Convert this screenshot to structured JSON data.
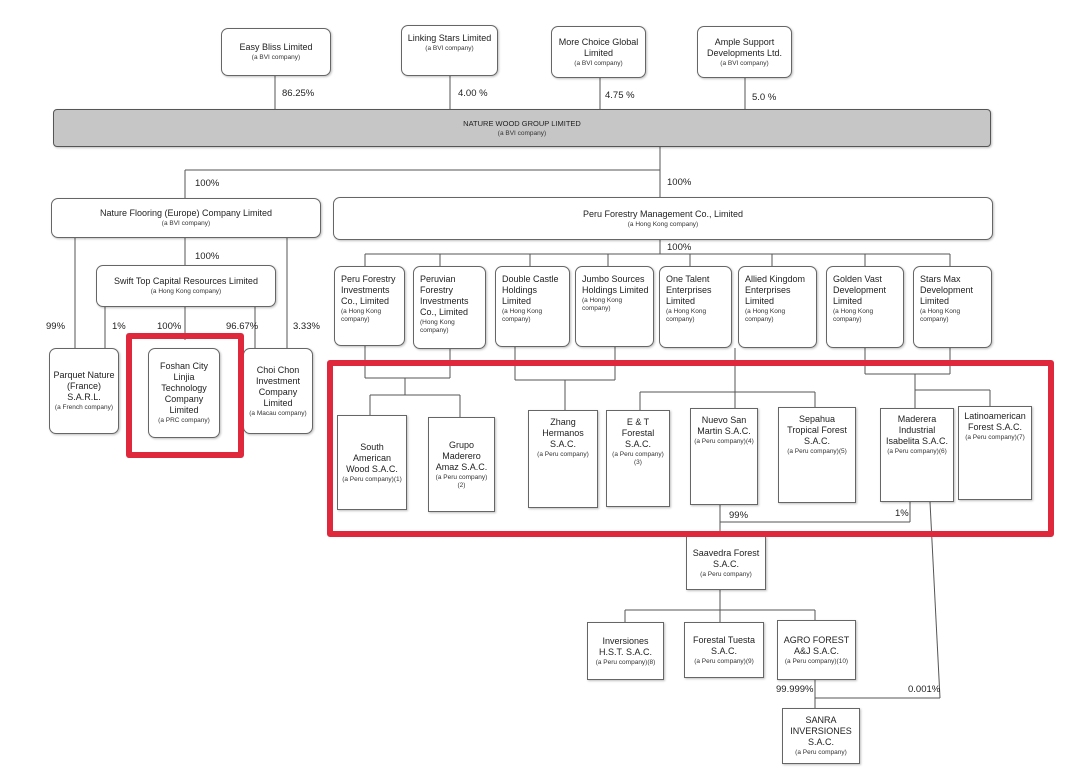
{
  "colors": {
    "highlight": "#e0283d",
    "main_fill": "#c6c6c6",
    "line": "#555555"
  },
  "shareholders": [
    {
      "name": "Easy Bliss Limited",
      "type": "(a BVI company)",
      "pct": "86.25%"
    },
    {
      "name": "Linking Stars Limited",
      "type": "(a BVI company)",
      "pct": "4.00 %"
    },
    {
      "name": "More Choice Global Limited",
      "type": "(a BVI company)",
      "pct": "4.75 %"
    },
    {
      "name": "Ample Support Developments Ltd.",
      "type": "(a BVI company)",
      "pct": "5.0 %"
    }
  ],
  "main": {
    "name": "NATURE WOOD GROUP LIMITED",
    "type": "(a BVI company)"
  },
  "branches": {
    "left_pct": "100%",
    "right_pct": "100%",
    "nature_flooring": {
      "name": "Nature Flooring (Europe) Company Limited",
      "type": "(a BVI company)",
      "pct_down": "100%"
    },
    "peru_mgmt": {
      "name": "Peru Forestry Management Co., Limited",
      "type": "(a Hong Kong company)",
      "pct_down": "100%"
    },
    "swift_top": {
      "name": "Swift Top Capital Resources Limited",
      "type": "(a Hong Kong company)"
    }
  },
  "left_pcts": {
    "p99": "99%",
    "p1": "1%",
    "p100": "100%",
    "p9667": "96.67%",
    "p333": "3.33%"
  },
  "left_subs": [
    {
      "name": "Parquet Nature (France) S.A.R.L.",
      "type": "(a French company)"
    },
    {
      "name": "Foshan City Linjia Technology Company Limited",
      "type": "(a PRC company)"
    },
    {
      "name": "Choi Chon Investment Company Limited",
      "type": "(a Macau company)"
    }
  ],
  "hk_subs": [
    {
      "name": "Peru Forestry Investments Co., Limited",
      "type": "(a Hong Kong company)"
    },
    {
      "name": "Peruvian Forestry Investments Co., Limited",
      "type": "(Hong Kong company)"
    },
    {
      "name": "Double Castle Holdings Limited",
      "type": "(a Hong Kong company)"
    },
    {
      "name": "Jumbo Sources Holdings Limited",
      "type": "(a Hong Kong company)"
    },
    {
      "name": "One Talent Enterprises Limited",
      "type": "(a Hong Kong company)"
    },
    {
      "name": "Allied Kingdom Enterprises Limited",
      "type": "(a Hong Kong company)"
    },
    {
      "name": "Golden Vast Development Limited",
      "type": "(a Hong Kong company)"
    },
    {
      "name": "Stars Max Development Limited",
      "type": "(a Hong Kong company)"
    }
  ],
  "peru_subs": [
    {
      "name": "South American Wood S.A.C.",
      "type": "(a Peru company)(1)"
    },
    {
      "name": "Grupo Maderero Amaz S.A.C.",
      "type": "(a Peru company)(2)"
    },
    {
      "name": "Zhang Hermanos S.A.C.",
      "type": "(a Peru company)"
    },
    {
      "name": "E & T Forestal S.A.C.",
      "type": "(a Peru company)(3)"
    },
    {
      "name": "Nuevo San Martin S.A.C.",
      "type": "(a Peru company)(4)"
    },
    {
      "name": "Sepahua Tropical Forest S.A.C.",
      "type": "(a Peru company)(5)"
    },
    {
      "name": "Maderera Industrial Isabelita S.A.C.",
      "type": "(a Peru company)(6)"
    },
    {
      "name": "Latinoamerican Forest S.A.C.",
      "type": "(a Peru company)(7)"
    }
  ],
  "lower_pcts": {
    "p99": "99%",
    "p1": "1%",
    "p99999": "99.999%",
    "p0001": "0.001%"
  },
  "saavedra": {
    "name": "Saavedra Forest S.A.C.",
    "type": "(a Peru company)"
  },
  "saavedra_subs": [
    {
      "name": "Inversiones H.S.T. S.A.C.",
      "type": "(a Peru company)(8)"
    },
    {
      "name": "Forestal Tuesta S.A.C.",
      "type": "(a Peru company)(9)"
    },
    {
      "name": "AGRO FOREST A&J S.A.C.",
      "type": "(a Peru company)(10)"
    }
  ],
  "sanra": {
    "name": "SANRA INVERSIONES S.A.C.",
    "type": "(a Peru company)"
  }
}
